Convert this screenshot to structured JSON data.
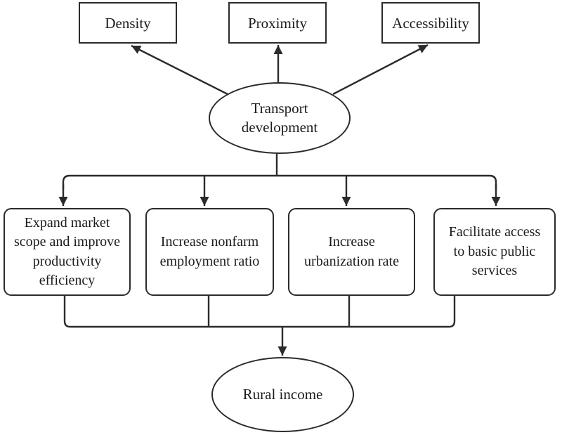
{
  "colors": {
    "line": "#2b2b2b",
    "text": "#1c1c1c",
    "background": "#ffffff"
  },
  "nodes": {
    "density": {
      "label": "Density"
    },
    "proximity": {
      "label": "Proximity"
    },
    "accessibility": {
      "label": "Accessibility"
    },
    "transport": {
      "label": "Transport\ndevelopment"
    },
    "mechanism_market": {
      "label": "Expand market\nscope and improve\nproductivity\nefficiency"
    },
    "mechanism_nonfarm": {
      "label": "Increase nonfarm\nemployment ratio"
    },
    "mechanism_urbanization": {
      "label": "Increase\nurbanization rate"
    },
    "mechanism_services": {
      "label": "Facilitate access\nto basic public\nservices"
    },
    "rural_income": {
      "label": "Rural income"
    }
  },
  "edges": [
    {
      "from": "transport",
      "to": "density",
      "arrow": true
    },
    {
      "from": "transport",
      "to": "proximity",
      "arrow": true
    },
    {
      "from": "transport",
      "to": "accessibility",
      "arrow": true
    },
    {
      "from": "transport",
      "to": "mechanism_market",
      "arrow": true
    },
    {
      "from": "transport",
      "to": "mechanism_nonfarm",
      "arrow": true
    },
    {
      "from": "transport",
      "to": "mechanism_urbanization",
      "arrow": true
    },
    {
      "from": "transport",
      "to": "mechanism_services",
      "arrow": true
    },
    {
      "from": "mechanism_market",
      "to": "rural_income",
      "arrow": true
    },
    {
      "from": "mechanism_nonfarm",
      "to": "rural_income",
      "arrow": true
    },
    {
      "from": "mechanism_urbanization",
      "to": "rural_income",
      "arrow": true
    },
    {
      "from": "mechanism_services",
      "to": "rural_income",
      "arrow": true
    }
  ]
}
